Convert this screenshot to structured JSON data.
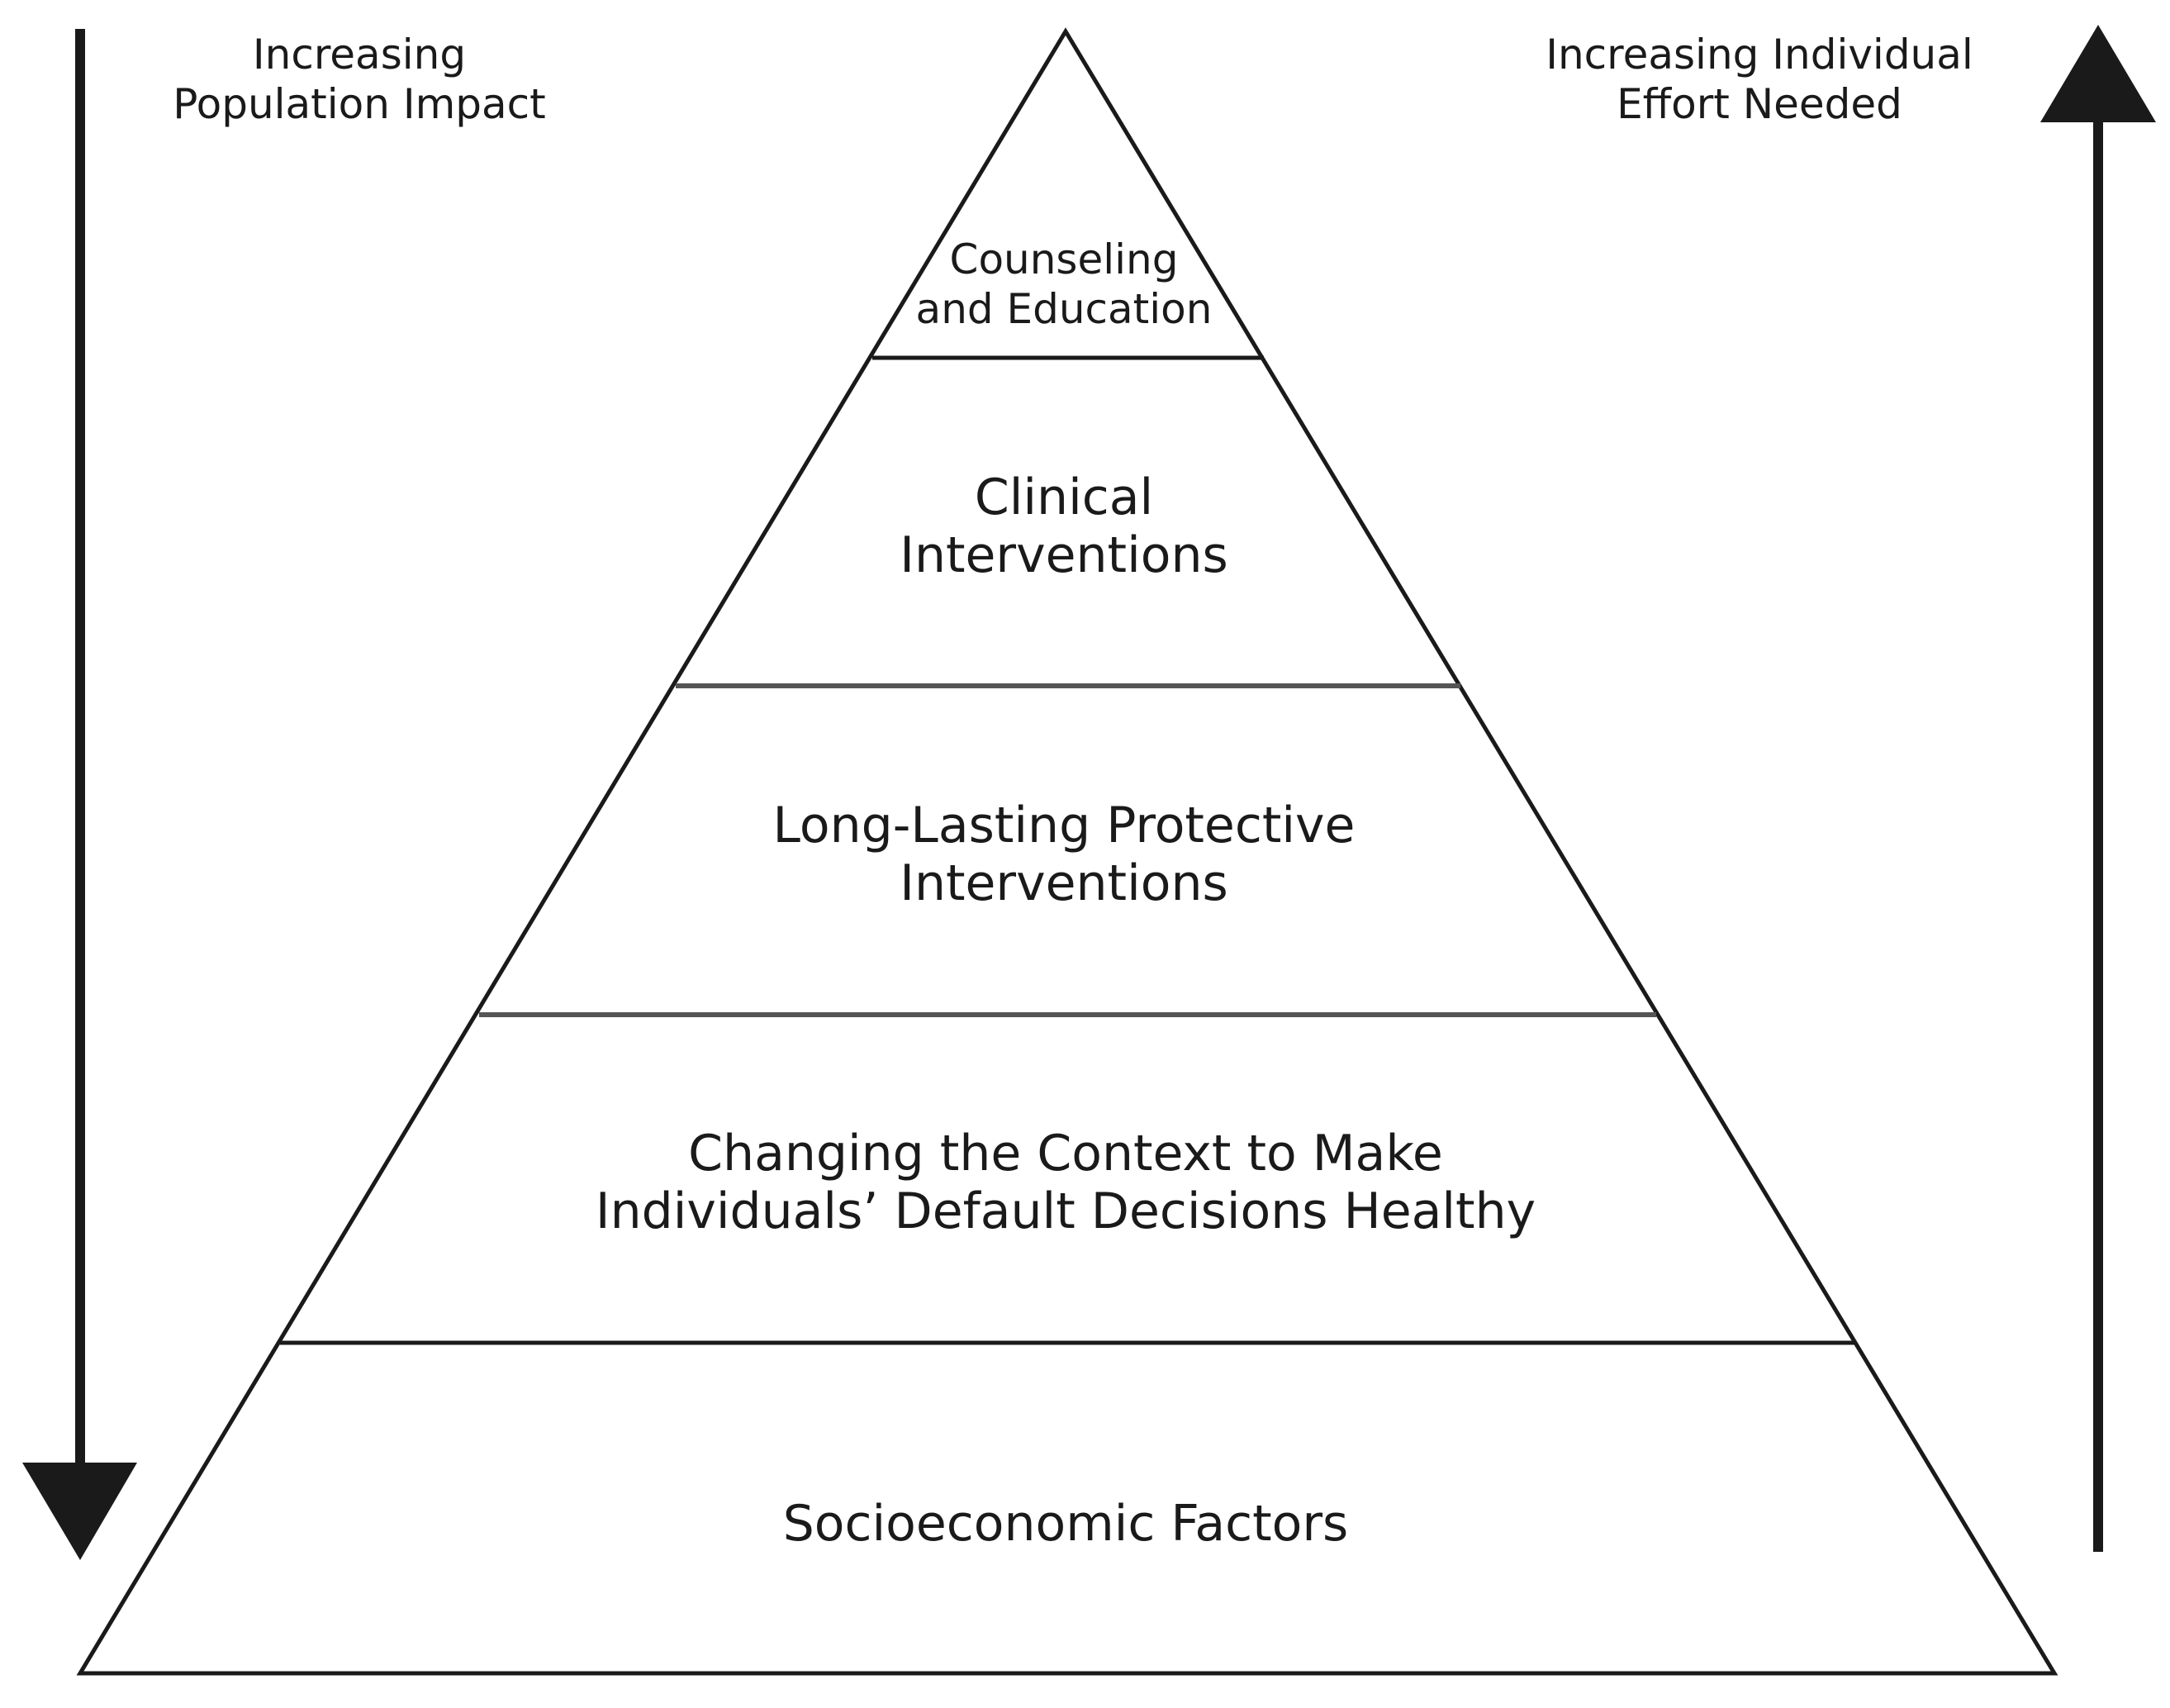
{
  "left_arrow": {
    "label_lines": [
      "Increasing",
      "Population Impact"
    ],
    "direction": "down"
  },
  "right_arrow": {
    "label_lines": [
      "Increasing Individual",
      "Effort Needed"
    ],
    "direction": "up"
  },
  "tiers": [
    {
      "lines": [
        "Counseling",
        "and Education"
      ]
    },
    {
      "lines": [
        "Clinical",
        "Interventions"
      ]
    },
    {
      "lines": [
        "Long-Lasting Protective",
        "Interventions"
      ]
    },
    {
      "lines": [
        "Changing the Context to Make",
        "Individuals’ Default Decisions Healthy"
      ]
    },
    {
      "lines": [
        "Socioeconomic Factors"
      ]
    }
  ],
  "colors": {
    "stroke": "#1a1a1a",
    "divider": "#555555",
    "background": "#ffffff"
  }
}
